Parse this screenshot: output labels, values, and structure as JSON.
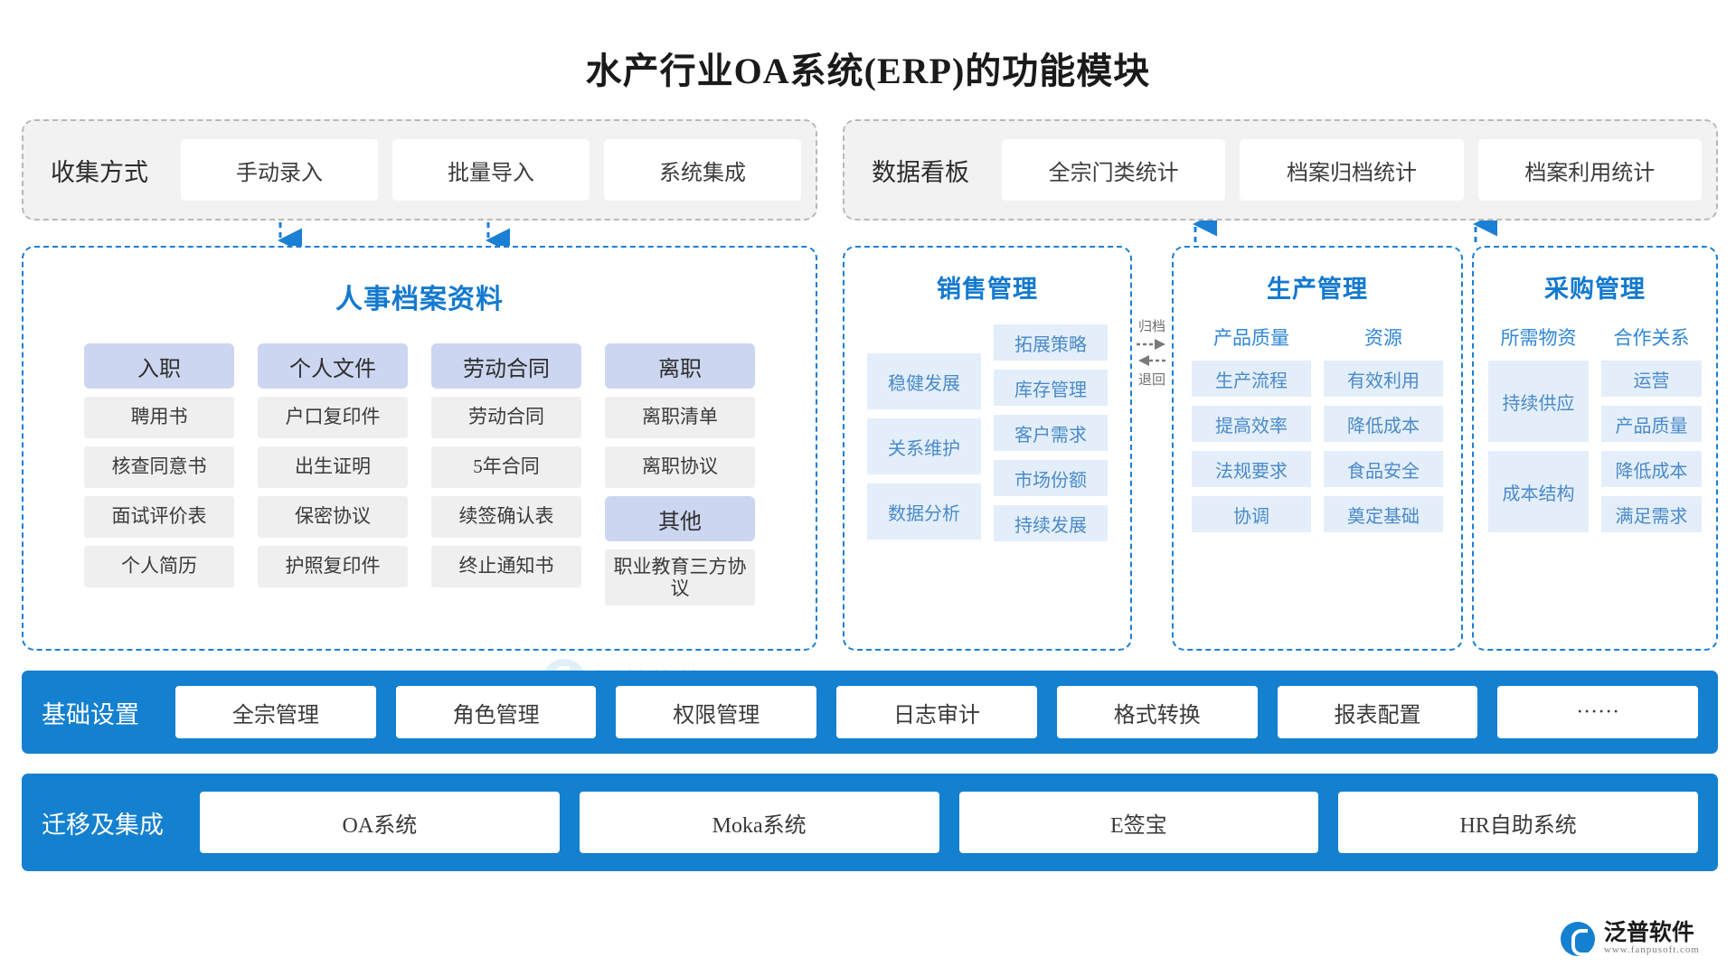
{
  "title": "水产行业OA系统(ERP)的功能模块",
  "top": {
    "collect": {
      "label": "收集方式",
      "chips": [
        "手动录入",
        "批量导入",
        "系统集成"
      ]
    },
    "dashboard": {
      "label": "数据看板",
      "chips": [
        "全宗门类统计",
        "档案归档统计",
        "档案利用统计"
      ]
    }
  },
  "hr_panel": {
    "title": "人事档案资料",
    "columns": [
      {
        "head": "入职",
        "items": [
          "聘用书",
          "核查同意书",
          "面试评价表",
          "个人简历"
        ]
      },
      {
        "head": "个人文件",
        "items": [
          "户口复印件",
          "出生证明",
          "保密协议",
          "护照复印件"
        ]
      },
      {
        "head": "劳动合同",
        "items": [
          "劳动合同",
          "5年合同",
          "续签确认表",
          "终止通知书"
        ]
      },
      {
        "head": "离职",
        "items": [
          "离职清单",
          "离职协议",
          "其他",
          "职业教育三方协议"
        ]
      }
    ]
  },
  "sales_panel": {
    "title": "销售管理",
    "left_items": [
      "稳健发展",
      "关系维护",
      "数据分析"
    ],
    "right_items": [
      "拓展策略",
      "库存管理",
      "客户需求",
      "市场份额",
      "持续发展"
    ]
  },
  "archive_arrows": {
    "forward": "归档",
    "back": "退回"
  },
  "prod_panel": {
    "title": "生产管理",
    "groups": [
      {
        "head": "产品质量",
        "items": [
          "生产流程",
          "提高效率",
          "法规要求",
          "协调"
        ]
      },
      {
        "head": "资源",
        "items": [
          "有效利用",
          "降低成本",
          "食品安全",
          "奠定基础"
        ]
      }
    ]
  },
  "purch_panel": {
    "title": "采购管理",
    "groups": [
      {
        "head": "所需物资",
        "items": [
          "持续供应",
          "成本结构"
        ]
      },
      {
        "head": "合作关系",
        "items": [
          "运营",
          "产品质量",
          "降低成本",
          "满足需求"
        ]
      }
    ]
  },
  "basic_bar": {
    "label": "基础设置",
    "chips": [
      "全宗管理",
      "角色管理",
      "权限管理",
      "日志审计",
      "格式转换",
      "报表配置",
      "······"
    ]
  },
  "migrate_bar": {
    "label": "迁移及集成",
    "chips": [
      "OA系统",
      "Moka系统",
      "E签宝",
      "HR自助系统"
    ]
  },
  "branding": {
    "watermark_text": "泛普软件",
    "logo_cn": "泛普软件",
    "logo_en": "www.fanpusoft.com"
  },
  "colors": {
    "accent_blue": "#1480d0",
    "panel_border_blue": "#1b7fd4",
    "hr_head_lavender": "#ccd6f0",
    "hr_item_gray": "#efefef",
    "sub_chip_blue": "#e3eefa",
    "dashed_gray": "#b8b8b8"
  }
}
